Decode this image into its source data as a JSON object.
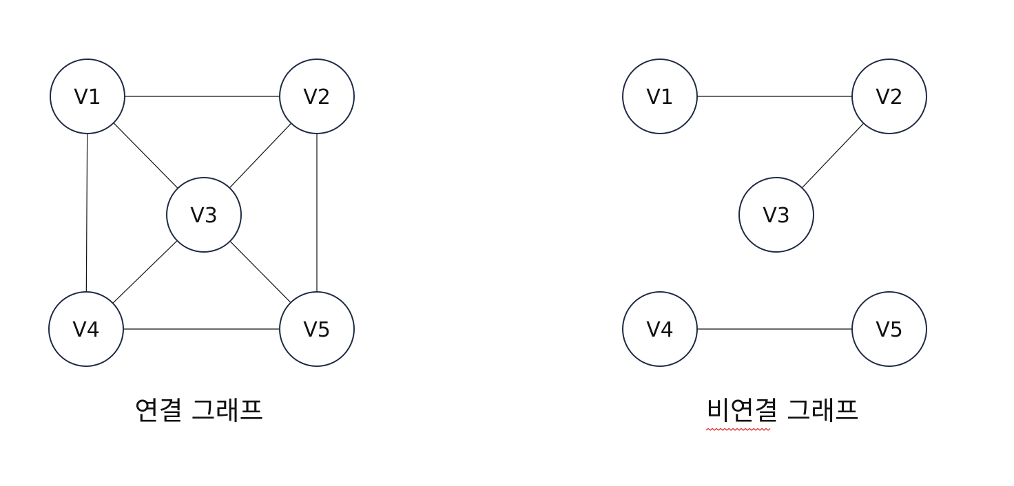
{
  "diagrams": [
    {
      "id": "connected",
      "caption": "연결 그래프",
      "nodes": [
        {
          "id": "V1",
          "label": "V1"
        },
        {
          "id": "V2",
          "label": "V2"
        },
        {
          "id": "V3",
          "label": "V3"
        },
        {
          "id": "V4",
          "label": "V4"
        },
        {
          "id": "V5",
          "label": "V5"
        }
      ],
      "edges": [
        [
          "V1",
          "V2"
        ],
        [
          "V1",
          "V3"
        ],
        [
          "V1",
          "V4"
        ],
        [
          "V2",
          "V3"
        ],
        [
          "V2",
          "V5"
        ],
        [
          "V3",
          "V4"
        ],
        [
          "V3",
          "V5"
        ],
        [
          "V4",
          "V5"
        ]
      ],
      "spellcheck_underline": false
    },
    {
      "id": "disconnected",
      "caption": "비연결 그래프",
      "nodes": [
        {
          "id": "V1",
          "label": "V1"
        },
        {
          "id": "V2",
          "label": "V2"
        },
        {
          "id": "V3",
          "label": "V3"
        },
        {
          "id": "V4",
          "label": "V4"
        },
        {
          "id": "V5",
          "label": "V5"
        }
      ],
      "edges": [
        [
          "V1",
          "V2"
        ],
        [
          "V2",
          "V3"
        ],
        [
          "V4",
          "V5"
        ]
      ],
      "spellcheck_underline": true
    }
  ],
  "colors": {
    "node_stroke": "#1f2a44",
    "edge": "#111111",
    "text": "#111111",
    "spellcheck": "#e0322b"
  }
}
